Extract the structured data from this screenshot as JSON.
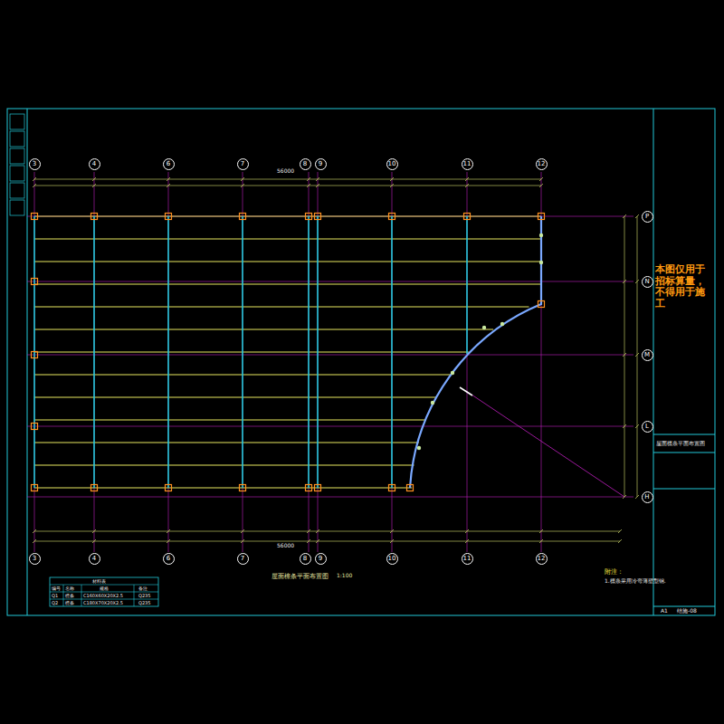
{
  "diagram": {
    "nodes": [
      {
        "text": [
          "3"
        ]
      },
      {
        "text": [
          "4"
        ]
      },
      {
        "text": [
          "6"
        ]
      },
      {
        "text": [
          "7"
        ]
      },
      {
        "text": [
          "8"
        ]
      },
      {
        "text": [
          "9"
        ]
      },
      {
        "text": [
          "10"
        ]
      },
      {
        "text": [
          "11"
        ]
      },
      {
        "text": [
          "12"
        ]
      },
      {
        "text": [
          "P"
        ]
      },
      {
        "text": [
          "N"
        ]
      },
      {
        "text": [
          "M"
        ]
      },
      {
        "text": [
          "L"
        ]
      },
      {
        "text": [
          "H"
        ]
      },
      {
        "text": [
          "3"
        ]
      },
      {
        "text": [
          "4"
        ]
      },
      {
        "text": [
          "6"
        ]
      },
      {
        "text": [
          "7"
        ]
      },
      {
        "text": [
          "8"
        ]
      },
      {
        "text": [
          "9"
        ]
      },
      {
        "text": [
          "10"
        ]
      },
      {
        "text": [
          "11"
        ]
      },
      {
        "text": [
          "12"
        ]
      }
    ],
    "labels": [
      "本图仅用于招标算量，不得用于施工",
      "屋面檩条平面布置图",
      "1:100",
      "附注：",
      "1.檩条采用冷弯薄壁型钢.",
      "材料表",
      "编号",
      "名称",
      "规格",
      "备注",
      "Q1",
      "檩条",
      "C160X60X20X2.5",
      "Q235",
      "Q2",
      "檩条",
      "C180X70X20X2.5",
      "Q235",
      "56000",
      "56000",
      "A1",
      "结施-08",
      "屋面檩条平面布置图"
    ]
  }
}
